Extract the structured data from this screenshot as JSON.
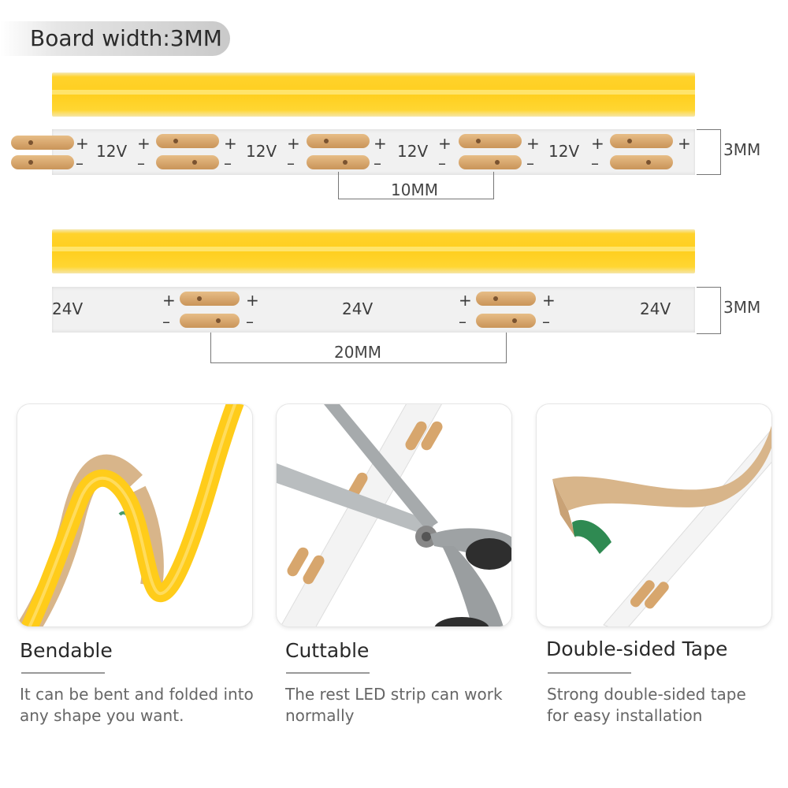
{
  "header": {
    "title": "Board width:3MM"
  },
  "strip_12v": {
    "voltage": "12V",
    "pitch": "10MM",
    "width": "3MM"
  },
  "strip_24v": {
    "voltage": "24V",
    "pitch": "20MM",
    "width": "3MM"
  },
  "signs": {
    "plus": "+",
    "minus": "–"
  },
  "features": [
    {
      "title": "Bendable",
      "description_line1": "It can be bent and folded into",
      "description_line2": "any shape you want."
    },
    {
      "title": "Cuttable",
      "description_line1": "The rest LED strip can work",
      "description_line2": "normally"
    },
    {
      "title": "Double-sided Tape",
      "description_line1": "Strong double-sided tape",
      "description_line2": "for easy installation"
    }
  ],
  "colors": {
    "cob_yellow": "#ffcf1f",
    "pad_copper": "#d7a66d",
    "pcb_white": "#f1f1f1",
    "tape_tan": "#d8b58a"
  }
}
